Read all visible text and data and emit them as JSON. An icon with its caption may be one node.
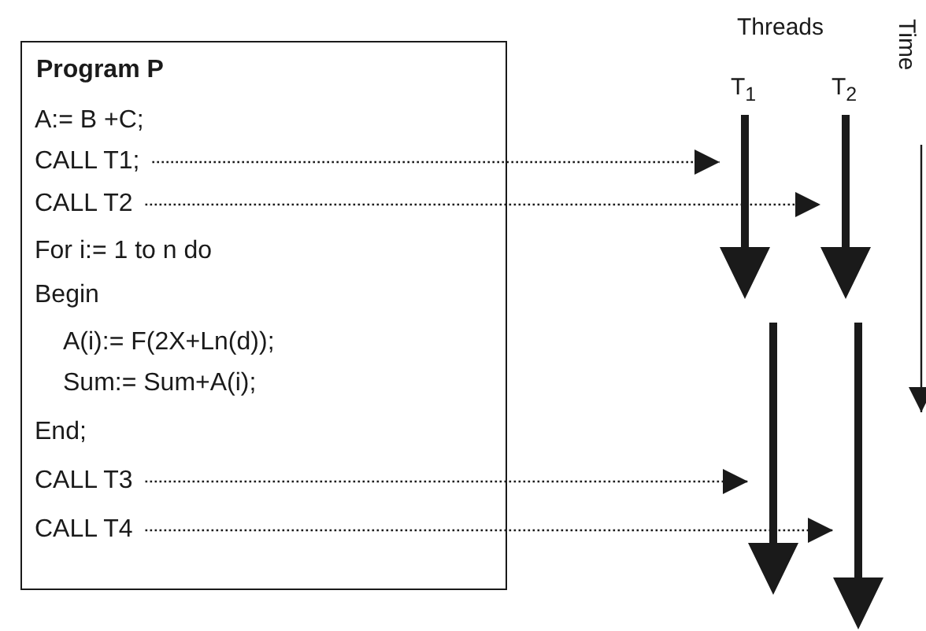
{
  "diagram": {
    "nodes": [
      {
        "text": [
          "Program P"
        ]
      },
      {
        "text": [
          "A:= B +C;"
        ],
        "in": 0
      },
      {
        "text": [
          "CALL  T1;"
        ],
        "in": 0
      },
      {
        "text": [
          "CALL  T2"
        ],
        "in": 0
      },
      {
        "text": [
          "For i:= 1 to n do"
        ],
        "in": 0
      },
      {
        "text": [
          "Begin"
        ],
        "in": 0
      },
      {
        "text": [
          "A(i):= F(2X+Ln(d));"
        ],
        "in": 0
      },
      {
        "text": [
          "Sum:= Sum+A(i);"
        ],
        "in": 0
      },
      {
        "text": [
          "End;"
        ],
        "in": 0
      },
      {
        "text": [
          "CALL T3"
        ],
        "in": 0
      },
      {
        "text": [
          "CALL T4"
        ],
        "in": 0
      },
      {
        "text": [],
        "shape": "arrow",
        "beside": [
          "T$_{1}$"
        ]
      },
      {
        "text": [],
        "shape": "arrow",
        "beside": [
          "T$_{2}$"
        ]
      },
      {
        "text": [],
        "shape": "arrow"
      },
      {
        "text": [],
        "shape": "arrow"
      }
    ],
    "edges": [
      {
        "from": 2,
        "to": 11,
        "arrow": "to",
        "style": "dashed"
      },
      {
        "from": 3,
        "to": 12,
        "arrow": "to",
        "style": "dashed"
      },
      {
        "from": 9,
        "to": 13,
        "arrow": "to",
        "style": "dashed"
      },
      {
        "from": 10,
        "to": 14,
        "arrow": "to",
        "style": "dashed"
      }
    ],
    "labels": [
      "Threads",
      "Time"
    ]
  }
}
